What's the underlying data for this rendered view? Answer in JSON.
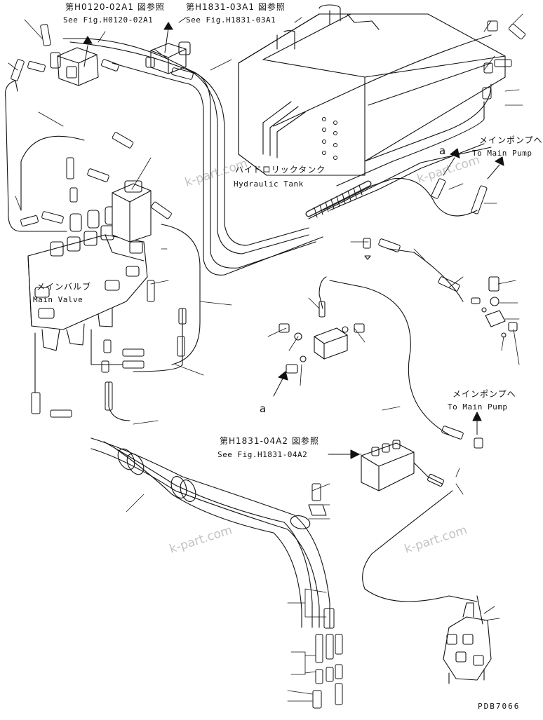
{
  "refs": {
    "h0120_jp": "第H0120-02A1 図参照",
    "h0120_en": "See Fig.H0120-02A1",
    "h1831_03_jp": "第H1831-03A1 図参照",
    "h1831_03_en": "See Fig.H1831-03A1",
    "h1831_04_jp": "第H1831-04A2 図参照",
    "h1831_04_en": "See Fig.H1831-04A2"
  },
  "labels": {
    "tank_jp": "ハイドロリックタンク",
    "tank_en": "Hydraulic Tank",
    "valve_jp": "メインバルブ",
    "valve_en": "Main Valve",
    "pump_jp": "メインポンプへ",
    "pump_en": "To Main Pump",
    "pump2_jp": "メインポンプへ",
    "pump2_en": "To Main Pump"
  },
  "marks": {
    "a_top": "a",
    "a_bottom": "a"
  },
  "watermark": "k-part.com",
  "drawing_code": "PDB7066"
}
